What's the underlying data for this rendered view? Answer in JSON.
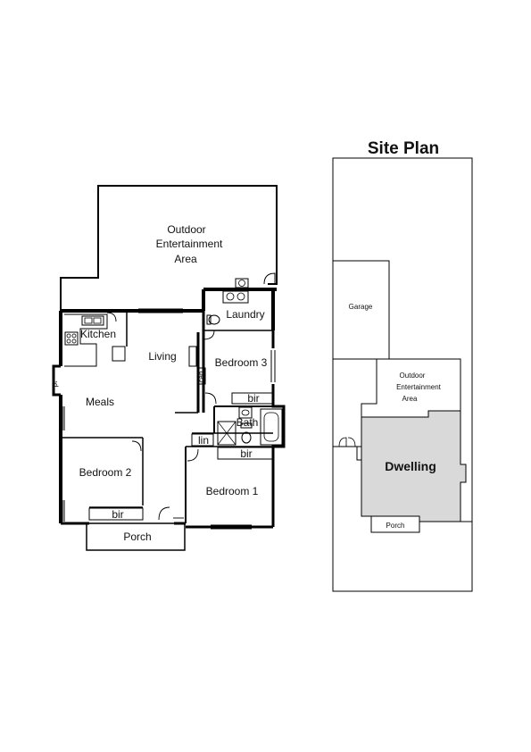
{
  "floor_plan": {
    "rooms": {
      "outdoor": [
        "Outdoor",
        "Entertainment",
        "Area"
      ],
      "laundry": "Laundry",
      "kitchen": "Kitchen",
      "living": "Living",
      "bedroom3": "Bedroom 3",
      "meals": "Meals",
      "bath": "Bath",
      "bedroom2": "Bedroom 2",
      "bedroom1": "Bedroom 1",
      "porch": "Porch"
    },
    "fixtures": {
      "pt": "pt",
      "cab": "cab",
      "bir_bed3": "bir",
      "bir_bed1": "bir",
      "bir_bed2": "bir",
      "lin": "lin"
    }
  },
  "site_plan": {
    "title": "Site Plan",
    "garage": "Garage",
    "outdoor": [
      "Outdoor",
      "Entertainment",
      "Area"
    ],
    "dwelling": "Dwelling",
    "porch": "Porch"
  }
}
